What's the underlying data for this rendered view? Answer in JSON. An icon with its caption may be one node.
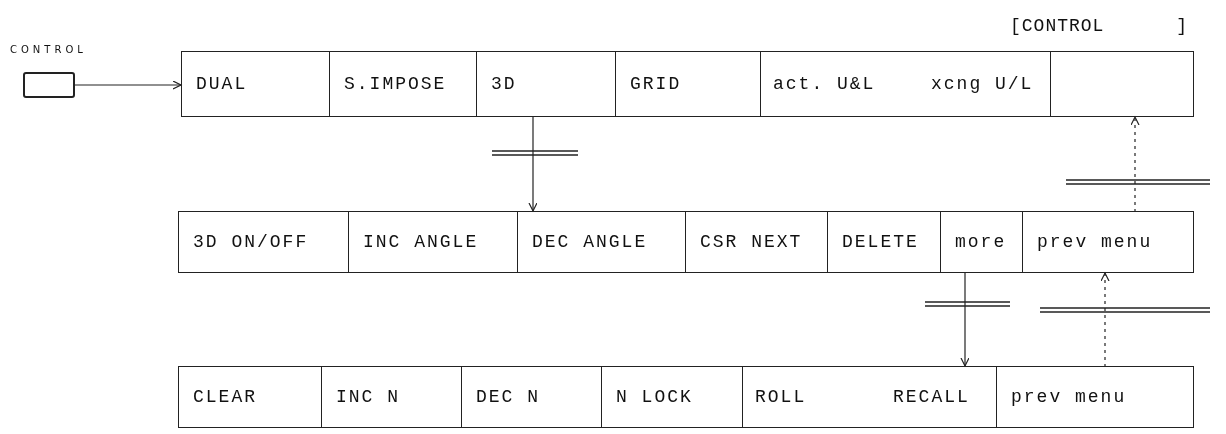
{
  "diagram": {
    "nodes": [
      {
        "text": [
          "CONTROL"
        ]
      },
      {
        "text": [],
        "shape": "box"
      },
      {
        "text": [
          "DUAL"
        ],
        "in": 1
      },
      {
        "text": [
          "S.IMPOSE"
        ],
        "in": 1
      },
      {
        "text": [
          "3D"
        ],
        "in": 1
      },
      {
        "text": [
          "GRID"
        ],
        "in": 1
      },
      {
        "text": [
          "act. U&L",
          "xcng U/L"
        ],
        "in": 1
      },
      {
        "text": [],
        "shape": "box",
        "in": 1
      },
      {
        "text": [],
        "shape": "box"
      },
      {
        "text": [
          "3D ON/OFF"
        ],
        "in": 8
      },
      {
        "text": [
          "INC ANGLE"
        ],
        "in": 8
      },
      {
        "text": [
          "DEC ANGLE"
        ],
        "in": 8
      },
      {
        "text": [
          "CSR NEXT"
        ],
        "in": 8
      },
      {
        "text": [
          "DELETE"
        ],
        "in": 8
      },
      {
        "text": [
          "more"
        ],
        "in": 8
      },
      {
        "text": [
          "prev menu"
        ],
        "in": 8
      },
      {
        "text": [],
        "shape": "box"
      },
      {
        "text": [
          "CLEAR"
        ],
        "in": 16
      },
      {
        "text": [
          "INC N"
        ],
        "in": 16
      },
      {
        "text": [
          "DEC N"
        ],
        "in": 16
      },
      {
        "text": [
          "N LOCK"
        ],
        "in": 16
      },
      {
        "text": [
          "ROLL",
          "RECALL"
        ],
        "in": 16
      },
      {
        "text": [
          "prev menu"
        ],
        "in": 16
      }
    ],
    "edges": [
      {
        "from": 0,
        "to": 1,
        "arrow": "to"
      },
      {
        "from": 4,
        "to": 8,
        "arrow": "to"
      },
      {
        "from": 15,
        "to": 1,
        "arrow": "to",
        "style": "dashed"
      },
      {
        "from": 14,
        "to": 16,
        "arrow": "to"
      },
      {
        "from": 22,
        "to": 8,
        "arrow": "to",
        "style": "dashed"
      }
    ],
    "labels": [
      "[CONTROL ]"
    ]
  }
}
